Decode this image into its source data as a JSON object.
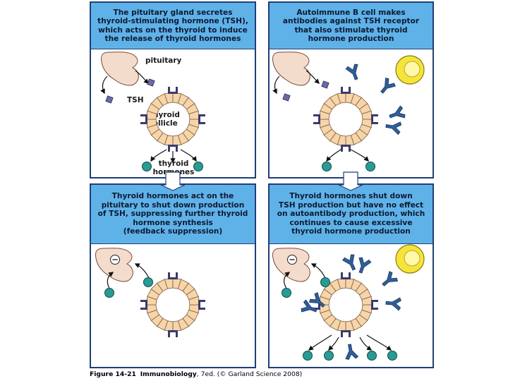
{
  "colors": {
    "header_bg": "#5fb2e8",
    "panel_border": "#1f3f78",
    "follicle_fill": "#f7d5a9",
    "pituitary_fill": "#f4dccd",
    "tsh_fill": "#6a6aa8",
    "hormone_fill": "#2a9a94",
    "receptor_fill": "#3a3a6e",
    "antibody_fill": "#2f5f9a",
    "bcell_fill": "#f5e53a"
  },
  "panels": {
    "top_left": {
      "header": [
        "The pituitary gland secretes",
        "thyroid-stimulating hormone (TSH),",
        "which acts on the thyroid to induce",
        "the release of thyroid hormones"
      ],
      "labels": {
        "pituitary": "pituitary",
        "tsh": "TSH",
        "follicle_line1": "thyroid",
        "follicle_line2": "follicle",
        "hormones_line1": "thyroid",
        "hormones_line2": "hormones"
      }
    },
    "top_right": {
      "header": [
        "Autoimmune B cell makes",
        "antibodies against TSH receptor",
        "that also stimulate thyroid",
        "hormone production"
      ]
    },
    "bottom_left": {
      "header": [
        "Thyroid hormones act on the",
        "pituitary to shut down production",
        "of TSH, suppressing further thyroid",
        "hormone synthesis",
        "(feedback suppression)"
      ]
    },
    "bottom_right": {
      "header": [
        "Thyroid hormones shut down",
        "TSH production but have no effect",
        "on autoantibody production, which",
        "continues to cause excessive",
        "thyroid hormone production"
      ]
    }
  },
  "caption": {
    "figure": "Figure 14-21",
    "book": "Immunobiology",
    "edition": ", 7ed. (© Garland Science 2008)"
  }
}
